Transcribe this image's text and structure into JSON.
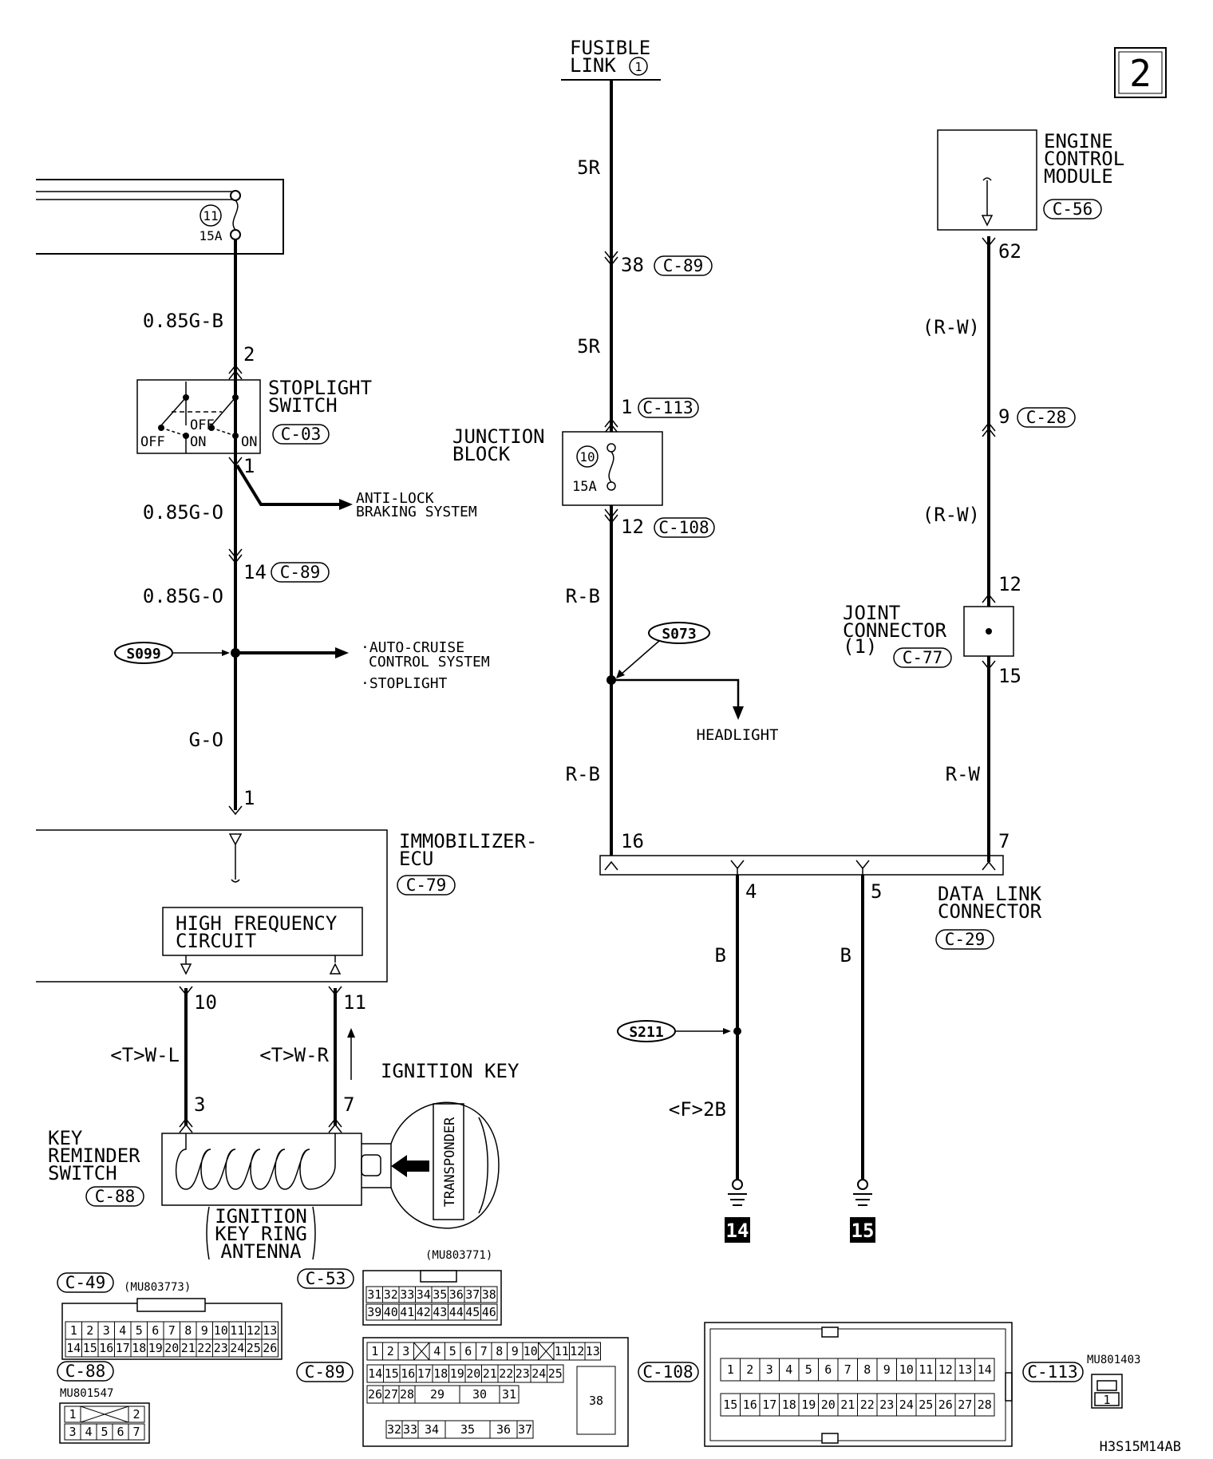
{
  "page_number": "2",
  "figure_id": "H3S15M14AB",
  "fusible_link": {
    "label_line1": "FUSIBLE",
    "label_line2": "LINK",
    "number": "1"
  },
  "fuse_11": {
    "number": "11",
    "rating": "15A"
  },
  "fuse_10": {
    "number": "10",
    "rating": "15A"
  },
  "components": {
    "stoplight_switch": {
      "line1": "STOPLIGHT",
      "line2": "SWITCH",
      "connector": "C-03",
      "pos_off_left": "OFF",
      "pos_on_left": "ON",
      "pos_off_right": "OFF",
      "pos_on_right": "ON"
    },
    "junction_block": {
      "line1": "JUNCTION",
      "line2": "BLOCK"
    },
    "engine_control_module": {
      "line1": "ENGINE",
      "line2": "CONTROL",
      "line3": "MODULE",
      "connector": "C-56"
    },
    "joint_connector": {
      "line1": "JOINT",
      "line2": "CONNECTOR",
      "line3": "(1)",
      "connector": "C-77"
    },
    "immobilizer_ecu": {
      "line1": "IMMOBILIZER-",
      "line2": "ECU",
      "connector": "C-79"
    },
    "high_frequency_circuit": {
      "line1": "HIGH FREQUENCY",
      "line2": "CIRCUIT"
    },
    "data_link_connector": {
      "line1": "DATA LINK",
      "line2": "CONNECTOR",
      "connector": "C-29"
    },
    "key_reminder_switch": {
      "line1": "KEY",
      "line2": "REMINDER",
      "line3": "SWITCH",
      "connector": "C-88"
    },
    "ignition_key_ring_antenna": {
      "line1": "IGNITION",
      "line2": "KEY RING",
      "line3": "ANTENNA"
    },
    "ignition_key": {
      "label": "IGNITION KEY",
      "transponder": "TRANSPONDER"
    }
  },
  "destinations": {
    "abs_line1": "ANTI-LOCK",
    "abs_line2": "BRAKING SYSTEM",
    "cruise_line1": "·AUTO-CRUISE",
    "cruise_line2": "CONTROL SYSTEM",
    "stoplight": "·STOPLIGHT",
    "headlight": "HEADLIGHT"
  },
  "splices": {
    "s099": "S099",
    "s073": "S073",
    "s211": "S211"
  },
  "grounds": {
    "g14": "14",
    "g15": "15"
  },
  "wires": {
    "w_085gb": "0.85G-B",
    "w_085go_1": "0.85G-O",
    "w_085go_2": "0.85G-O",
    "w_go": "G-O",
    "w_5r_1": "5R",
    "w_5r_2": "5R",
    "w_rb_1": "R-B",
    "w_rb_2": "R-B",
    "w_rw_1": "(R-W)",
    "w_rw_2": "(R-W)",
    "w_rw_3": "R-W",
    "w_twl": "<T>W-L",
    "w_twr": "<T>W-R",
    "w_b_1": "B",
    "w_b_2": "B",
    "w_f2b": "<F>2B"
  },
  "pins": {
    "p_2": "2",
    "p_1": "1",
    "p_14": "14",
    "p_1b": "1",
    "p_38": "38",
    "p_1c": "1",
    "p_12": "12",
    "p_62": "62",
    "p_9": "9",
    "p_12b": "12",
    "p_15": "15",
    "p_16": "16",
    "p_7": "7",
    "p_4": "4",
    "p_5": "5",
    "p_10": "10",
    "p_11": "11",
    "p_3": "3",
    "p_7b": "7"
  },
  "connector_refs": {
    "c89_a": "C-89",
    "c89_b": "C-89",
    "c113": "C-113",
    "c108": "C-108",
    "c28": "C-28"
  },
  "connector_views": {
    "c49": {
      "label": "C-49",
      "part": "(MU803773)",
      "row1": [
        "1",
        "2",
        "3",
        "4",
        "5",
        "6",
        "7",
        "8",
        "9",
        "10",
        "11",
        "12",
        "13"
      ],
      "row2": [
        "14",
        "15",
        "16",
        "17",
        "18",
        "19",
        "20",
        "21",
        "22",
        "23",
        "24",
        "25",
        "26"
      ]
    },
    "c53": {
      "label": "C-53",
      "part": "(MU803771)",
      "row1": [
        "31",
        "32",
        "33",
        "34",
        "35",
        "36",
        "37",
        "38"
      ],
      "row2": [
        "39",
        "40",
        "41",
        "42",
        "43",
        "44",
        "45",
        "46"
      ]
    },
    "c88": {
      "label": "C-88",
      "part": "MU801547",
      "row1": [
        "1",
        "",
        "2"
      ],
      "row2": [
        "3",
        "4",
        "5",
        "6",
        "7"
      ]
    },
    "c89": {
      "label": "C-89",
      "row1": [
        "1",
        "2",
        "3",
        "",
        "4",
        "5",
        "6",
        "7",
        "8",
        "9",
        "10",
        "",
        "11",
        "12",
        "13"
      ],
      "row2": [
        "14",
        "15",
        "16",
        "17",
        "18",
        "19",
        "20",
        "21",
        "22",
        "23",
        "24",
        "25"
      ],
      "row3": [
        "26",
        "27",
        "28",
        "29",
        "30",
        "31"
      ],
      "row4": [
        "32",
        "33",
        "34",
        "35",
        "36",
        "37"
      ],
      "big": "38"
    },
    "c108": {
      "label": "C-108",
      "row1": [
        "1",
        "2",
        "3",
        "4",
        "5",
        "6",
        "7",
        "8",
        "9",
        "10",
        "11",
        "12",
        "13",
        "14"
      ],
      "row2": [
        "15",
        "16",
        "17",
        "18",
        "19",
        "20",
        "21",
        "22",
        "23",
        "24",
        "25",
        "26",
        "27",
        "28"
      ]
    },
    "c113": {
      "label": "C-113",
      "part": "MU801403",
      "pin": "1"
    }
  }
}
